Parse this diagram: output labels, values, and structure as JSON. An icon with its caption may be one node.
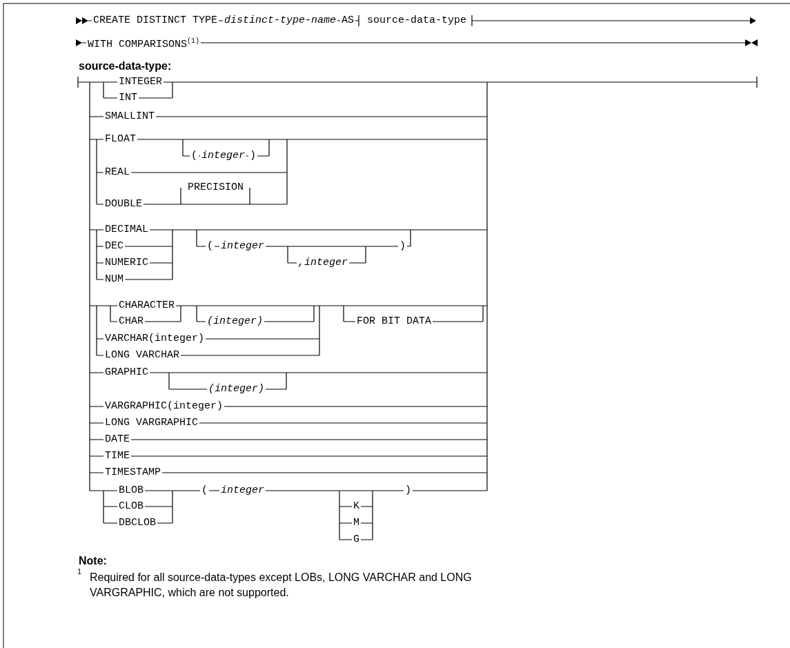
{
  "diagram": {
    "labels": [
      "CREATE DISTINCT TYPE",
      "distinct-type-name",
      "AS",
      "source-data-type",
      "WITH COMPARISONS$^{(1)}$",
      "source-data-type:",
      "INTEGER",
      "INT",
      "SMALLINT",
      "FLOAT",
      "(",
      "integer",
      ")",
      "REAL",
      "DOUBLE",
      "PRECISION",
      "DECIMAL",
      "DEC",
      "NUMERIC",
      "NUM",
      "(",
      "integer",
      ",integer",
      ")",
      "CHARACTER",
      "CHAR",
      "(integer)",
      "VARCHAR(integer)",
      "LONG VARCHAR",
      "FOR BIT DATA",
      "GRAPHIC",
      "(integer)",
      "VARGRAPHIC(integer)",
      "LONG VARGRAPHIC",
      "DATE",
      "TIME",
      "TIMESTAMP",
      "BLOB",
      "CLOB",
      "DBCLOB",
      "(",
      "integer",
      "K",
      "M",
      "G",
      ")",
      "Note:",
      "1",
      "Required for all source-data-types except LOBs, LONG VARCHAR and LONG VARGRAPHIC, which are not supported."
    ]
  }
}
